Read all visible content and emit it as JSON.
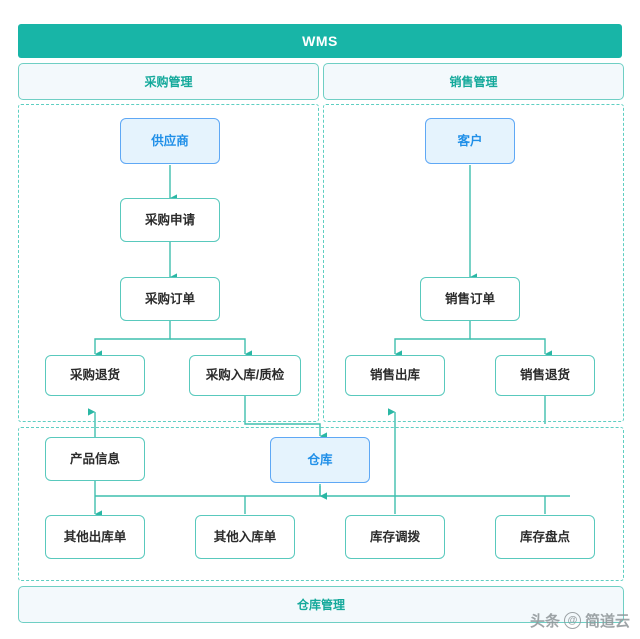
{
  "title": "WMS",
  "sections": [
    {
      "key": "purchase",
      "label": "采购管理"
    },
    {
      "key": "sales",
      "label": "销售管理"
    },
    {
      "key": "warehouse",
      "label": "仓库管理"
    }
  ],
  "nodes": {
    "supplier": {
      "label": "供应商",
      "style": "accent"
    },
    "purchase_request": {
      "label": "采购申请",
      "style": "plain"
    },
    "purchase_order": {
      "label": "采购订单",
      "style": "plain"
    },
    "purchase_return": {
      "label": "采购退货",
      "style": "plain"
    },
    "purchase_inbound": {
      "label": "采购入库/质检",
      "style": "plain"
    },
    "customer": {
      "label": "客户",
      "style": "accent"
    },
    "sales_order": {
      "label": "销售订单",
      "style": "plain"
    },
    "sales_outbound": {
      "label": "销售出库",
      "style": "plain"
    },
    "sales_return": {
      "label": "销售退货",
      "style": "plain"
    },
    "product_info": {
      "label": "产品信息",
      "style": "plain"
    },
    "warehouse": {
      "label": "仓库",
      "style": "accent"
    },
    "other_outbound": {
      "label": "其他出库单",
      "style": "plain"
    },
    "other_inbound": {
      "label": "其他入库单",
      "style": "plain"
    },
    "stock_transfer": {
      "label": "库存调拨",
      "style": "plain"
    },
    "stock_count": {
      "label": "库存盘点",
      "style": "plain"
    }
  },
  "edges": [
    {
      "from": "supplier",
      "to": "purchase_request"
    },
    {
      "from": "purchase_request",
      "to": "purchase_order"
    },
    {
      "from": "purchase_order",
      "to": "purchase_return"
    },
    {
      "from": "purchase_order",
      "to": "purchase_inbound"
    },
    {
      "from": "purchase_inbound",
      "to": "warehouse"
    },
    {
      "from": "other_outbound",
      "to": "purchase_return"
    },
    {
      "from": "customer",
      "to": "sales_order"
    },
    {
      "from": "sales_order",
      "to": "sales_outbound"
    },
    {
      "from": "sales_order",
      "to": "sales_return"
    },
    {
      "from": "sales_return",
      "to": "warehouse"
    },
    {
      "from": "other_outbound",
      "to": "sales_outbound"
    },
    {
      "from": "warehouse",
      "to": "other_outbound"
    },
    {
      "from": "other_inbound",
      "to": "warehouse"
    },
    {
      "from": "stock_transfer",
      "to": "warehouse"
    },
    {
      "from": "stock_count",
      "to": "warehouse"
    }
  ],
  "watermark": {
    "prefix": "头条",
    "at": "@",
    "name": "简道云"
  },
  "colors": {
    "brand_teal": "#18b5a7",
    "line_teal": "#3fbfae",
    "zone_dashed": "#5ecfc2",
    "accent_blue_border": "#5fa8f5",
    "accent_blue_fill": "#e5f3fd",
    "accent_blue_text": "#1f8fe8",
    "pill_fill": "#f3f9fc",
    "node_text": "#2b2b2b"
  }
}
